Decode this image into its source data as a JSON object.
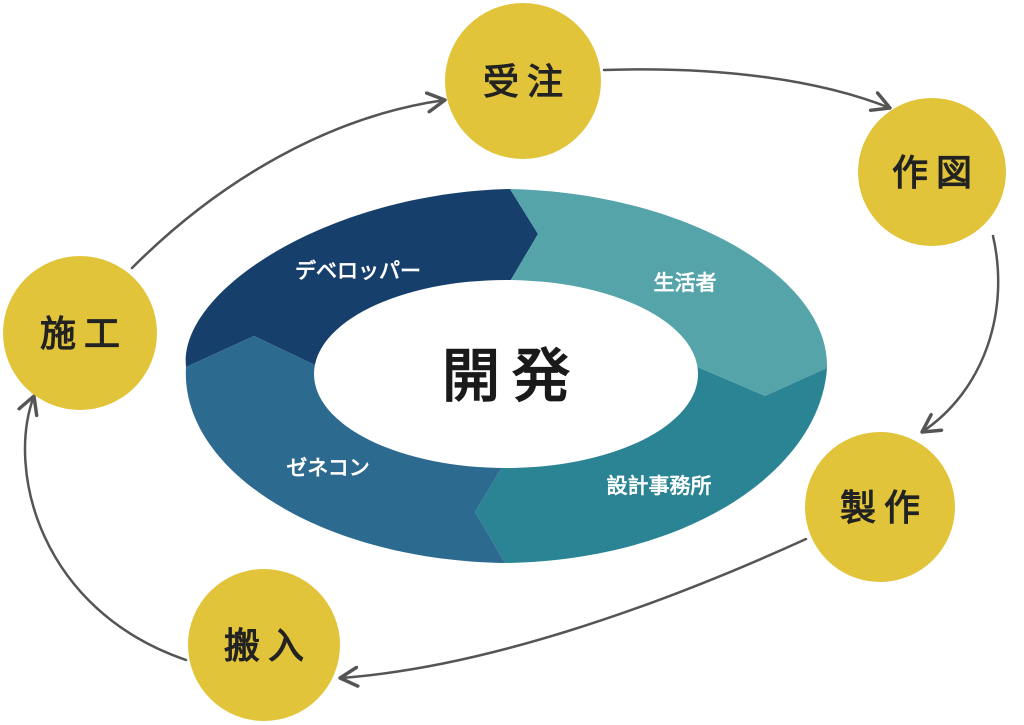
{
  "center": {
    "label": "開発"
  },
  "ring_segments": [
    {
      "id": "developer",
      "label": "デベロッパー",
      "color": "#173f6b"
    },
    {
      "id": "resident",
      "label": "生活者",
      "color": "#55a4aa"
    },
    {
      "id": "design-office",
      "label": "設計事務所",
      "color": "#2b8494"
    },
    {
      "id": "general-contractor",
      "label": "ゼネコン",
      "color": "#2d6a90"
    }
  ],
  "cycle_nodes": [
    {
      "id": "order",
      "label": "受注"
    },
    {
      "id": "drawing",
      "label": "作図"
    },
    {
      "id": "manufacturing",
      "label": "製作"
    },
    {
      "id": "delivery",
      "label": "搬入"
    },
    {
      "id": "construction",
      "label": "施工"
    }
  ],
  "colors": {
    "node_fill": "#e1c43a",
    "arrow": "#555555",
    "center_fill": "#ffffff"
  }
}
